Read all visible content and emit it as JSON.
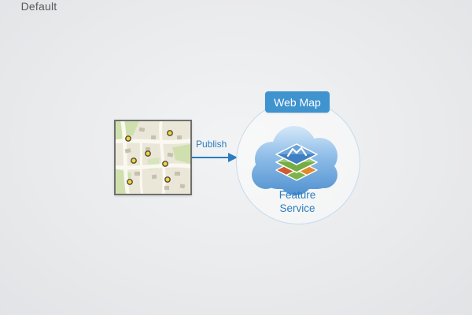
{
  "diagram": {
    "default_label": "Default",
    "publish_label": "Publish",
    "web_map_badge": "Web Map",
    "feature_service_label": "Feature Service"
  },
  "colors": {
    "accent_blue": "#2b7cc0",
    "badge_blue": "#3f93cf",
    "circle_outline": "#c7dbee",
    "background": "#e9eaec",
    "cloud_blue_top": "#dcedfa",
    "cloud_blue_bottom": "#4e90cf",
    "map_point_yellow": "#f6d23e",
    "map_green": "#cfe0ae",
    "map_border_gray": "#6f6f6f"
  },
  "icons": {
    "map_thumbnail": "street-map-with-point-features-icon",
    "cloud": "cloud-icon",
    "layers": "feature-layers-icon",
    "arrow": "publish-arrow-icon"
  }
}
